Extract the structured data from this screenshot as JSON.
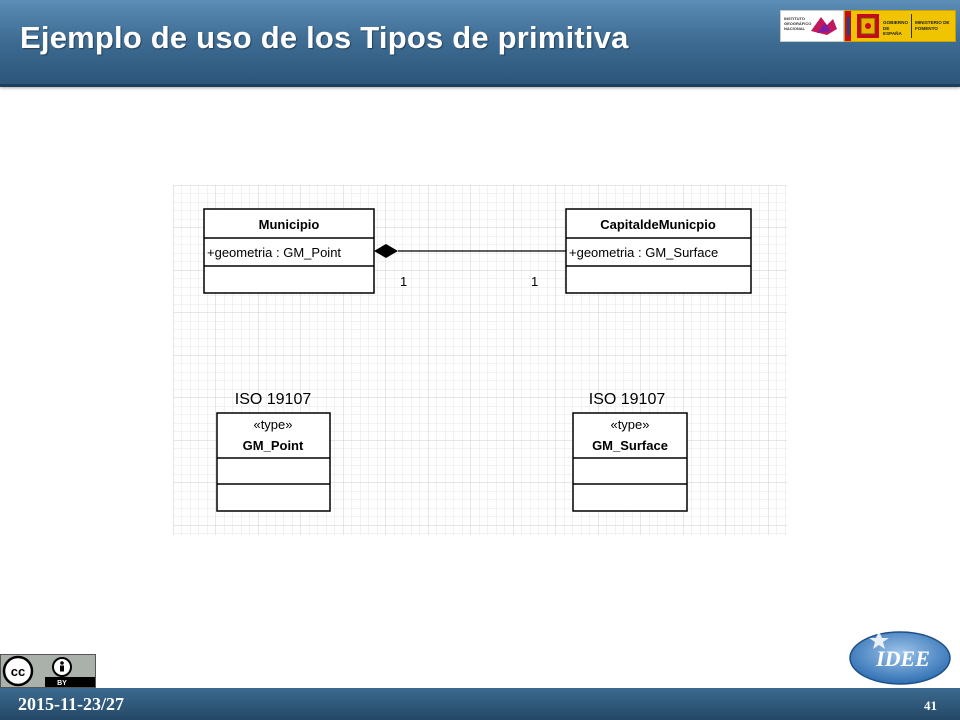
{
  "slide": {
    "title": "Ejemplo de uso de los Tipos de primitiva",
    "date": "2015-11-23/27",
    "page_number": "41"
  },
  "logos": {
    "ign_text": "INSTITUTO GEOGRÁFICO NACIONAL",
    "gobierno_text": "GOBIERNO DE ESPAÑA",
    "ministerio_text": "MINISTERIO DE FOMENTO",
    "idee_text": "IDEE",
    "cc_text": "BY"
  },
  "diagram": {
    "classes": {
      "municipio": {
        "name": "Municipio",
        "attribute": "+geometria : GM_Point"
      },
      "capital": {
        "name": "CapitaldeMunicpio",
        "attribute": "+geometria : GM_Surface"
      },
      "gm_point": {
        "package": "ISO 19107",
        "stereotype": "«type»",
        "name": "GM_Point"
      },
      "gm_surface": {
        "package": "ISO 19107",
        "stereotype": "«type»",
        "name": "GM_Surface"
      }
    },
    "association": {
      "type": "composition",
      "source_multiplicity": "1",
      "target_multiplicity": "1"
    }
  }
}
